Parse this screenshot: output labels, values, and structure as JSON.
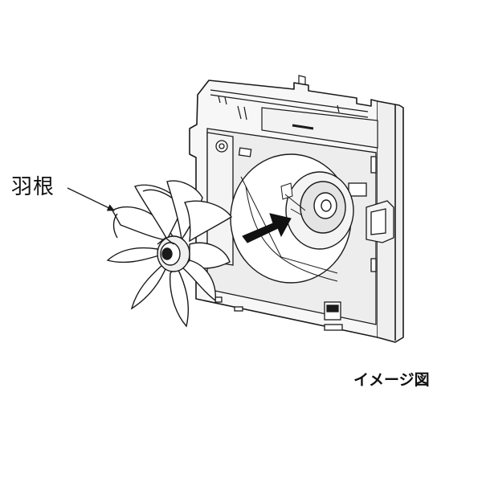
{
  "labels": {
    "fan_blade": "羽根",
    "caption": "イメージ図"
  },
  "colors": {
    "line": "#1a1a1a",
    "face_gray": "#e9e9e9",
    "arrow": "#111111"
  },
  "icons": {
    "pointer": "thick-arrow",
    "leader": "thin-arrow"
  }
}
